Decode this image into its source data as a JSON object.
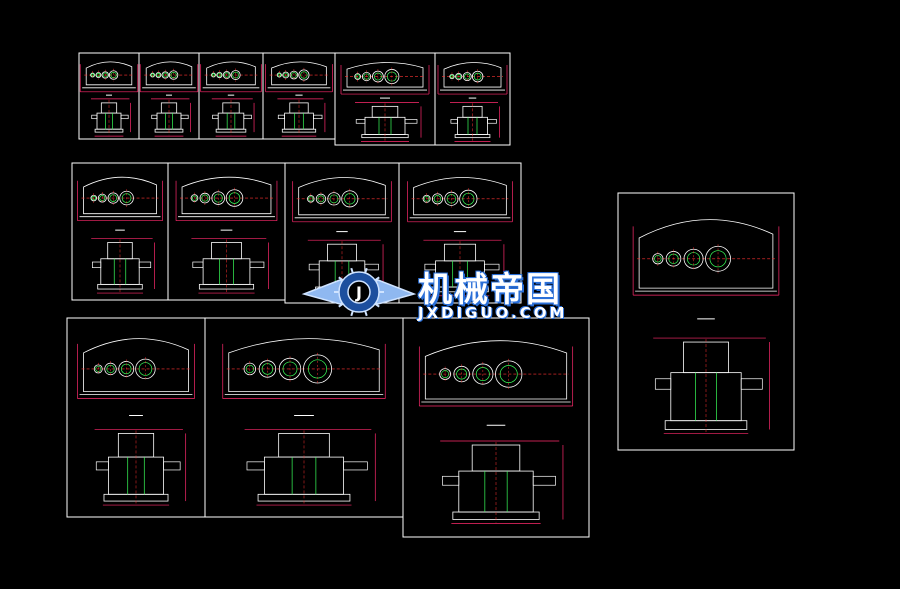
{
  "watermark": {
    "brand_cn": "机械帝国",
    "brand_en": "JXDIGUO.COM",
    "emblem": "gear-wings-emblem"
  },
  "colors": {
    "background": "#000000",
    "frame": "#ffffff",
    "outline": "#ffffff",
    "dimension": "#ff2a6d",
    "gear": "#39ff5a",
    "centerline": "#ff3333",
    "logo_accent": "#2a6fd8"
  },
  "drawing_sheets": [
    {
      "id": "row1-a"
    },
    {
      "id": "row1-b"
    },
    {
      "id": "row1-c"
    },
    {
      "id": "row1-d"
    },
    {
      "id": "row1-e"
    },
    {
      "id": "row1-f"
    },
    {
      "id": "row2-a"
    },
    {
      "id": "row2-b"
    },
    {
      "id": "row2-c"
    },
    {
      "id": "row2-d"
    },
    {
      "id": "row3-a"
    },
    {
      "id": "row3-b"
    },
    {
      "id": "row3-c"
    },
    {
      "id": "large-right"
    }
  ]
}
